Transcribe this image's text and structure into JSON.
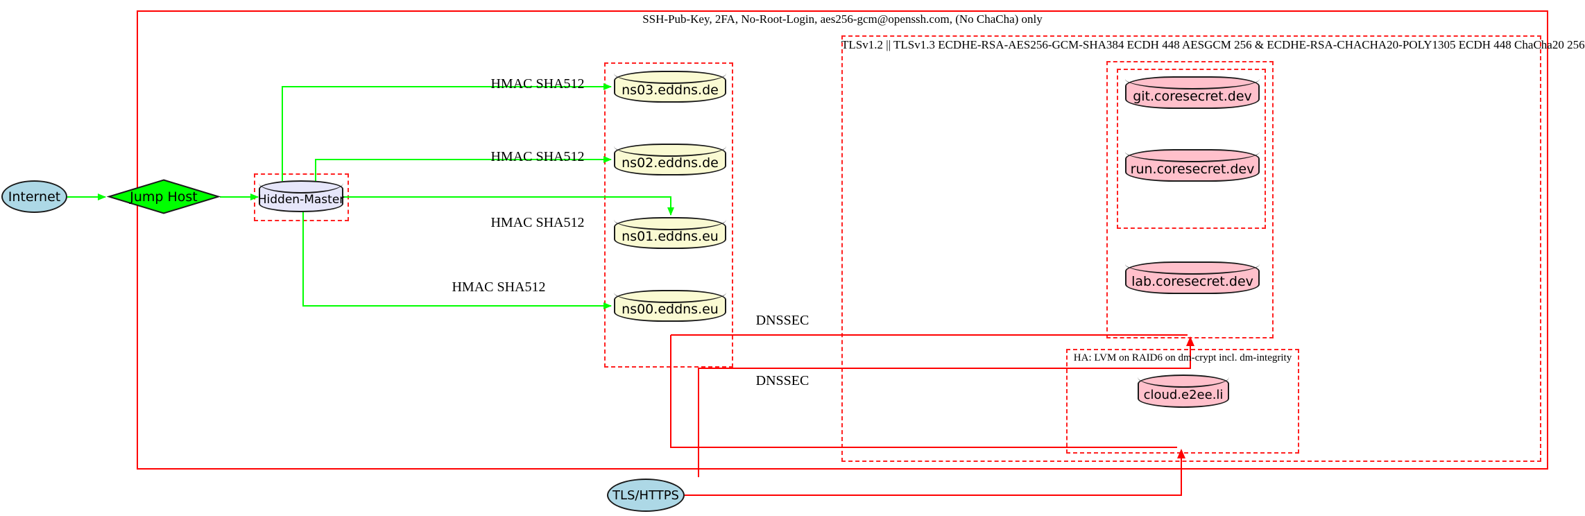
{
  "clusters": {
    "ssh": {
      "label": "SSH-Pub-Key, 2FA, No-Root-Login, aes256-gcm@openssh.com, (No ChaCha) only"
    },
    "tls": {
      "label": "TLSv1.2 || TLSv1.3 ECDHE-RSA-AES256-GCM-SHA384 ECDH 448 AESGCM 256 & ECDHE-RSA-CHACHA20-POLY1305 ECDH 448 ChaCha20 256"
    },
    "ha": {
      "label": "HA: LVM on RAID6 on dm-crypt incl. dm-integrity"
    }
  },
  "nodes": {
    "internet": {
      "label": "Internet"
    },
    "jump_host": {
      "label": "Jump Host"
    },
    "hidden_master": {
      "label": "Hidden-Master"
    },
    "dns_servers": [
      {
        "label": "ns03.eddns.de"
      },
      {
        "label": "ns02.eddns.de"
      },
      {
        "label": "ns01.eddns.eu"
      },
      {
        "label": "ns00.eddns.eu"
      }
    ],
    "app_servers": [
      {
        "label": "git.coresecret.dev"
      },
      {
        "label": "run.coresecret.dev"
      },
      {
        "label": "lab.coresecret.dev"
      }
    ],
    "cloud": {
      "label": "cloud.e2ee.li"
    },
    "tls_https": {
      "label": "TLS/HTTPS"
    }
  },
  "edge_labels": {
    "hmac": [
      "HMAC SHA512",
      "HMAC SHA512",
      "HMAC SHA512",
      "HMAC SHA512"
    ],
    "dnssec": [
      "DNSSEC",
      "DNSSEC"
    ]
  },
  "colors": {
    "edge_green": "#00ff00",
    "cluster_red": "#ff0000",
    "node_blue": "#add8e6",
    "node_lavender": "#e6e6fa",
    "node_yellow": "#fafad2",
    "node_pink": "#ffc0cb"
  }
}
